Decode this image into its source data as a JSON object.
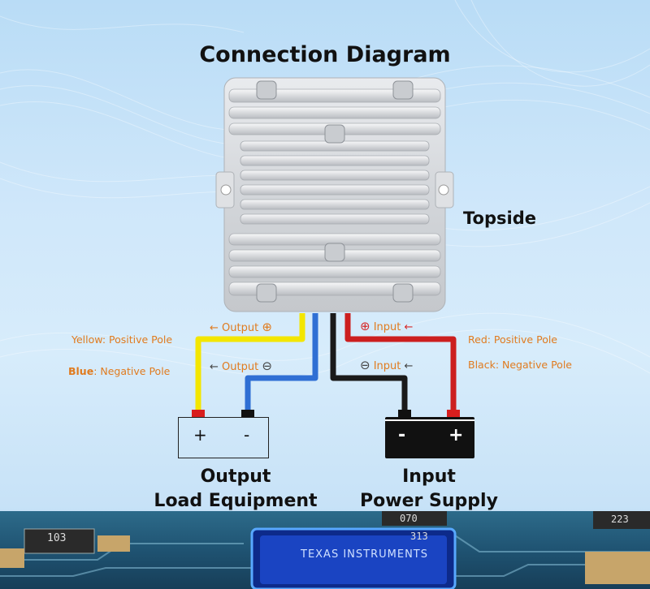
{
  "title": "Connection Diagram",
  "topside_label": "Topside",
  "left_labels": {
    "yellow_color": "Yellow",
    "yellow_desc": ": Positive Pole",
    "blue_color": "Blue",
    "blue_desc": ": Negative Pole"
  },
  "right_labels": {
    "red_color": "Red",
    "red_desc": ": Positive Pole",
    "black_color": "Black",
    "black_desc": ": Negative Pole"
  },
  "wire_texts": {
    "output_pos": "Output",
    "output_neg": "Output",
    "input_pos": "Input",
    "input_neg": "Input",
    "plus_symbol": "⊕",
    "minus_symbol": "⊖",
    "left_arrow": "←"
  },
  "output_box": {
    "plus": "+",
    "minus": "-",
    "caption_line1": "Output",
    "caption_line2": "Load Equipment"
  },
  "input_box": {
    "plus": "+",
    "minus": "-",
    "caption_line1": "Input",
    "caption_line2": "Power Supply"
  },
  "pcb": {
    "chip_text": "TEXAS INSTRUMENTS",
    "comp1": "103",
    "comp2": "070",
    "comp3": "313",
    "comp4": "223"
  },
  "colors": {
    "orange_text": "#e07b1f",
    "red_text": "#d62a2a",
    "yellow_wire": "#f3e600",
    "blue_wire": "#2f6fd4",
    "black_wire": "#1a1a1a",
    "red_wire": "#cc1f1f"
  }
}
